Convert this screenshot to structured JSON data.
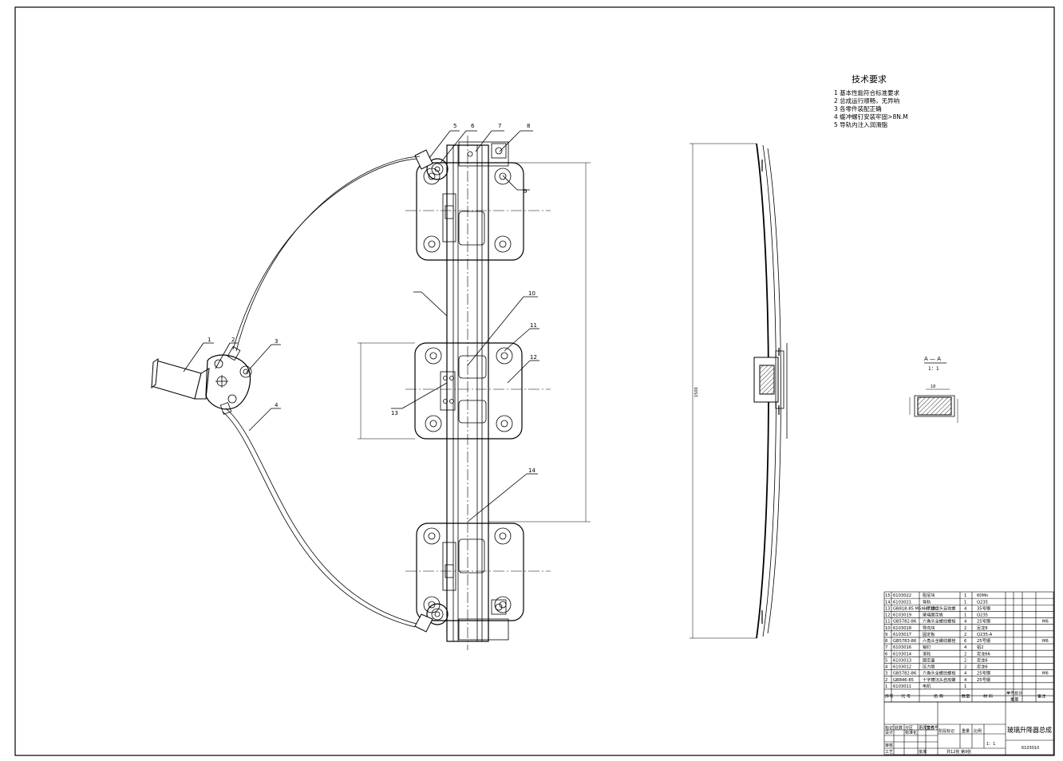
{
  "tech_requirements": {
    "title": "技术要求",
    "items": [
      "1  基本性能符合标准要求",
      "2  总成运行顺畅，无异响",
      "3  各零件装配正确",
      "4  缓冲螺钉安装牢固>8N.M",
      "5  导轨内注入润滑脂"
    ]
  },
  "callouts": [
    "1",
    "2",
    "3",
    "4",
    "5",
    "6",
    "7",
    "8",
    "9",
    "10",
    "11",
    "12",
    "13",
    "14"
  ],
  "section": {
    "label": "A — A",
    "scale": "1：1"
  },
  "bom": {
    "rows": [
      {
        "no": "15",
        "code": "6103022",
        "name": "阻尼块",
        "qty": "1",
        "material": "60Mn",
        "note": ""
      },
      {
        "no": "14",
        "code": "6103021",
        "name": "导轨",
        "qty": "1",
        "material": "Q235",
        "note": ""
      },
      {
        "no": "13",
        "code": "GB818-85  M5X.8*10",
        "name": "十字槽盘头自攻螺",
        "qty": "4",
        "material": "35号钢",
        "note": ""
      },
      {
        "no": "12",
        "code": "6103019",
        "name": "玻璃固定板",
        "qty": "1",
        "material": "Q235",
        "note": ""
      },
      {
        "no": "11",
        "code": "GB5782-86",
        "name": "六角头全螺纹螺栓",
        "qty": "4",
        "material": "25号钢",
        "note": "M6"
      },
      {
        "no": "10",
        "code": "6103018",
        "name": "导向块",
        "qty": "2",
        "material": "尼龙6",
        "note": ""
      },
      {
        "no": "9",
        "code": "6103017",
        "name": "固定板",
        "qty": "2",
        "material": "Q235-A",
        "note": ""
      },
      {
        "no": "8",
        "code": "GB5783-86",
        "name": "六角头全螺纹螺栓",
        "qty": "6",
        "material": "25号钢",
        "note": "M6"
      },
      {
        "no": "7",
        "code": "6103016",
        "name": "销钉",
        "qty": "4",
        "material": "铝2",
        "note": ""
      },
      {
        "no": "6",
        "code": "6103014",
        "name": "滚轮",
        "qty": "2",
        "material": "尼龙66",
        "note": ""
      },
      {
        "no": "5",
        "code": "6103013",
        "name": "固定盖",
        "qty": "2",
        "material": "尼龙6",
        "note": ""
      },
      {
        "no": "4",
        "code": "6103012",
        "name": "压力管",
        "qty": "2",
        "material": "尼龙6",
        "note": ""
      },
      {
        "no": "3",
        "code": "GB5782-86",
        "name": "六角头全螺纹螺栓",
        "qty": "4",
        "material": "25号钢",
        "note": "M6"
      },
      {
        "no": "2",
        "code": "GB846-85",
        "name": "十字槽沉头自攻螺",
        "qty": "4",
        "material": "25号钢",
        "note": ""
      },
      {
        "no": "1",
        "code": "6103011",
        "name": "电机",
        "qty": "1",
        "material": "",
        "note": ""
      }
    ],
    "header": {
      "no": "序号",
      "code": "代 号",
      "name": "名 称",
      "qty": "数量",
      "material": "材 料",
      "unit_weight": "单件",
      "total_weight": "总计",
      "weight": "重量",
      "note": "备注"
    }
  },
  "title_block": {
    "drawing_name": "玻璃升降器总成",
    "drawing_code": "6103010",
    "scale": "1：1",
    "stage_label": "阶段标记",
    "weight_label": "重量",
    "scale_label": "比例",
    "sheets": "共12张  第9张",
    "labels": [
      "标记",
      "处数",
      "分区",
      "更改文件号",
      "签名",
      "设计",
      "标准化",
      "审核",
      "工艺",
      "批准"
    ]
  },
  "dimension_labels": {
    "overall_height": "1500",
    "slot": "18"
  }
}
